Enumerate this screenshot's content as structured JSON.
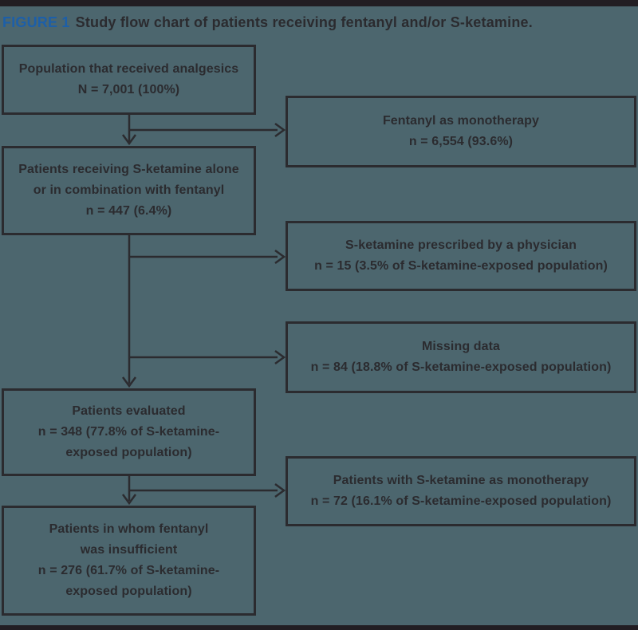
{
  "title": {
    "label": "FIGURE 1",
    "text": "Study flow chart of patients receiving fentanyl and/or S-ketamine."
  },
  "boxes": {
    "population": {
      "lines": [
        "Population that received analgesics",
        "N = 7,001 (100%)"
      ]
    },
    "sketamine_exposed": {
      "lines": [
        "Patients receiving S-ketamine alone",
        "or in combination with fentanyl",
        "n = 447 (6.4%)"
      ]
    },
    "evaluated": {
      "lines": [
        "Patients evaluated",
        "n = 348 (77.8% of S-ketamine-",
        "exposed population)"
      ]
    },
    "fentanyl_insufficient": {
      "lines": [
        "Patients in whom fentanyl",
        "was insufficient",
        "n = 276 (61.7% of S-ketamine-",
        "exposed population)"
      ]
    },
    "fentanyl_mono": {
      "lines": [
        "Fentanyl as monotherapy",
        "n = 6,554 (93.6%)"
      ]
    },
    "physician_prescribed": {
      "lines": [
        "S-ketamine prescribed by a physician",
        "n = 15 (3.5% of S-ketamine-exposed population)"
      ]
    },
    "missing_data": {
      "lines": [
        "Missing data",
        "n = 84 (18.8% of S-ketamine-exposed population)"
      ]
    },
    "sketamine_mono": {
      "lines": [
        "Patients with S-ketamine as monotherapy",
        "n = 72 (16.1% of S-ketamine-exposed population)"
      ]
    }
  },
  "colors": {
    "background": "#4c666e",
    "frame_bar": "#221e23",
    "line_and_text": "#2b2b2f",
    "figure_label_blue": "#1d5fa8"
  }
}
